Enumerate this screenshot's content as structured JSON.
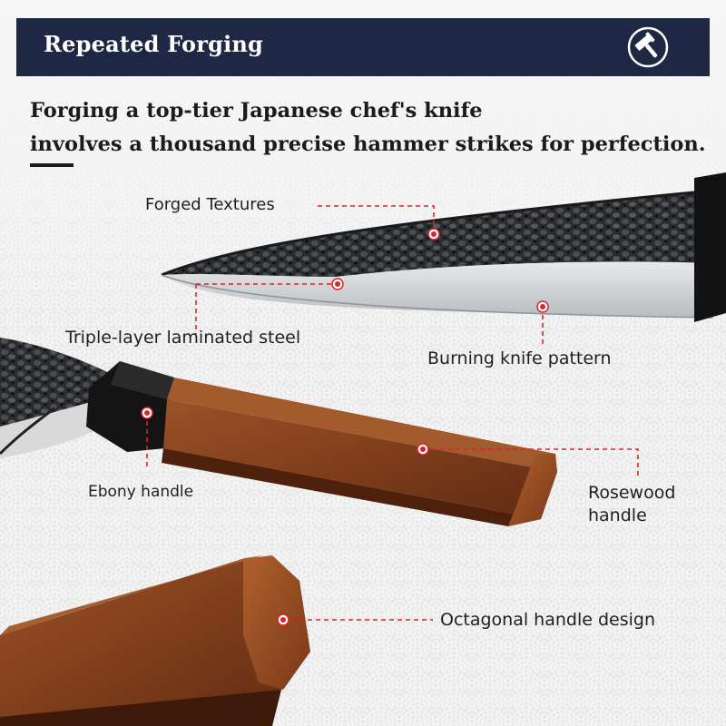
{
  "banner": {
    "title": "Repeated Forging",
    "icon": "hammer-icon",
    "color": "#1e2743"
  },
  "headline": {
    "line1": "Forging a top-tier Japanese chef's knife",
    "line2": "involves a thousand precise hammer strikes for perfection."
  },
  "callouts": {
    "forged_textures": "Forged Textures",
    "triple_layer": "Triple-layer laminated steel",
    "burning_pattern": "Burning knife pattern",
    "ebony_handle": "Ebony handle",
    "rosewood_line1": "Rosewood",
    "rosewood_line2": "handle",
    "octagonal": "Octagonal handle design"
  },
  "colors": {
    "accent": "#d6262c",
    "rosewood": "#8a4520",
    "ebony": "#141414"
  }
}
